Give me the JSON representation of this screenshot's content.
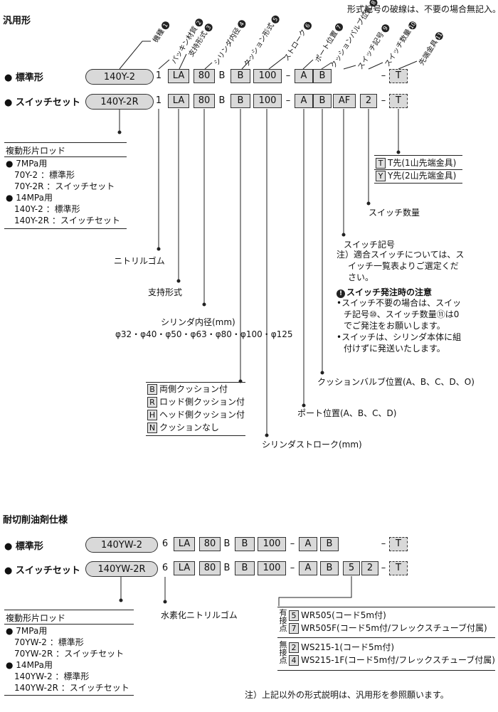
{
  "note_top": "形式記号の破線は、不要の場合無記入。",
  "s1": {
    "title": "汎用形",
    "std_label": "標準形",
    "sw_label": "スイッチセット",
    "row1": [
      "140Y-2",
      "1",
      "LA",
      "80",
      "B",
      "B",
      "100",
      "–",
      "A",
      "B",
      "–",
      "T"
    ],
    "row2": [
      "140Y-2R",
      "1",
      "LA",
      "80",
      "B",
      "B",
      "100",
      "–",
      "A",
      "B",
      "AF",
      "2",
      "–",
      "T"
    ],
    "callouts": [
      {
        "t": "機種",
        "n": "1"
      },
      {
        "t": "パッキン材質",
        "n": "2"
      },
      {
        "t": "支持形式",
        "n": "3"
      },
      {
        "t": "シリンダ内径",
        "n": "4"
      },
      {
        "t": "クッション形式",
        "n": "5"
      },
      {
        "t": "ストローク",
        "n": "6"
      },
      {
        "t": "ポート位置",
        "n": "7"
      },
      {
        "t": "クッションバルブ位置",
        "n": "8"
      },
      {
        "t": "スイッチ記号",
        "n": "9"
      },
      {
        "t": "スイッチ数量",
        "n": "10"
      },
      {
        "t": "先端金具",
        "n": "11"
      }
    ],
    "model_title": "複動形片ロッド",
    "model_lines": [
      "7MPa用",
      "70Y-2 ：標準形",
      "70Y-2R ：スイッチセット",
      "14MPa用",
      "140Y-2 ：標準形",
      "140Y-2R ：スイッチセット"
    ],
    "tip": [
      {
        "code": "T",
        "text": "T先(1山先端金具)"
      },
      {
        "code": "Y",
        "text": "Y先(2山先端金具)"
      }
    ],
    "sw_qty": "スイッチ数量",
    "sw_symbol": "スイッチ記号",
    "sw_note": [
      "注）適合スイッチについては、ス",
      "イッチ一覧表よりご選定くだ",
      "さい。"
    ],
    "caution_title": "スイッチ発注時の注意",
    "caution_lines": [
      "•スイッチ不要の場合は、スイッ",
      "チ記号⑩、スイッチ数量⑪は0",
      "でご発注をお願いします。",
      "•スイッチは、シリンダ本体に組",
      "付けずに発送いたします。"
    ],
    "nitrile": "ニトリルゴム",
    "support": "支持形式",
    "bore": "シリンダ内径(mm)",
    "bore_values": "φ32・φ40・φ50・φ63・φ80・φ100・φ125",
    "cv_pos": "クッションバルブ位置(A、B、C、D、O)",
    "port_pos": "ポート位置(A、B、C、D)",
    "cushion": [
      {
        "code": "B",
        "text": "両側クッション付"
      },
      {
        "code": "R",
        "text": "ロッド側クッション付"
      },
      {
        "code": "H",
        "text": "ヘッド側クッション付"
      },
      {
        "code": "N",
        "text": "クッションなし"
      }
    ],
    "stroke": "シリンダストローク(mm)"
  },
  "s2": {
    "title": "耐切削油剤仕様",
    "std_label": "標準形",
    "sw_label": "スイッチセット",
    "row1": [
      "140YW-2",
      "6",
      "LA",
      "80",
      "B",
      "B",
      "100",
      "–",
      "A",
      "B",
      "–",
      "T"
    ],
    "row2": [
      "140YW-2R",
      "6",
      "LA",
      "80",
      "B",
      "B",
      "100",
      "–",
      "A",
      "B",
      "5",
      "2",
      "–",
      "T"
    ],
    "model_title": "複動形片ロッド",
    "model_lines": [
      "7MPa用",
      "70YW-2 ：標準形",
      "70YW-2R ：スイッチセット",
      "14MPa用",
      "140YW-2 ：標準形",
      "140YW-2R ：スイッチセット"
    ],
    "hnbr": "水素化ニトリルゴム",
    "contact_yes": [
      "有",
      "接",
      "点"
    ],
    "contact_no": [
      "無",
      "接",
      "点"
    ],
    "sw_yes": [
      {
        "code": "5",
        "text": "WR505(コード5m付)"
      },
      {
        "code": "7",
        "text": "WR505F(コード5m付/フレックスチューブ付属)"
      }
    ],
    "sw_no": [
      {
        "code": "2",
        "text": "WS215-1(コード5m付)"
      },
      {
        "code": "4",
        "text": "WS215-1F(コード5m付/フレックスチューブ付属)"
      }
    ],
    "footnote": "注）上記以外の形式説明は、汎用形を参照願います。"
  }
}
